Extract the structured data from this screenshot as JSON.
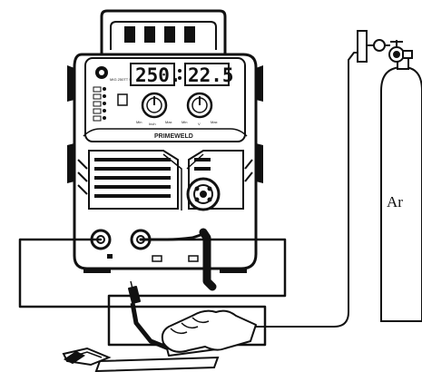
{
  "welder": {
    "display_left": "250.",
    "display_right": "22.5",
    "model_label": "MIG 250TT S",
    "brand_label": "PRIMEWELD",
    "knob_left_labels": [
      "Min",
      "Inch",
      "Max"
    ],
    "knob_right_labels": [
      "Min",
      "V",
      "Max"
    ]
  },
  "gas_cylinder": {
    "label": "Ar"
  },
  "colors": {
    "line": "#111111",
    "lcd_bg": "#ffffff",
    "background": "#ffffff"
  }
}
